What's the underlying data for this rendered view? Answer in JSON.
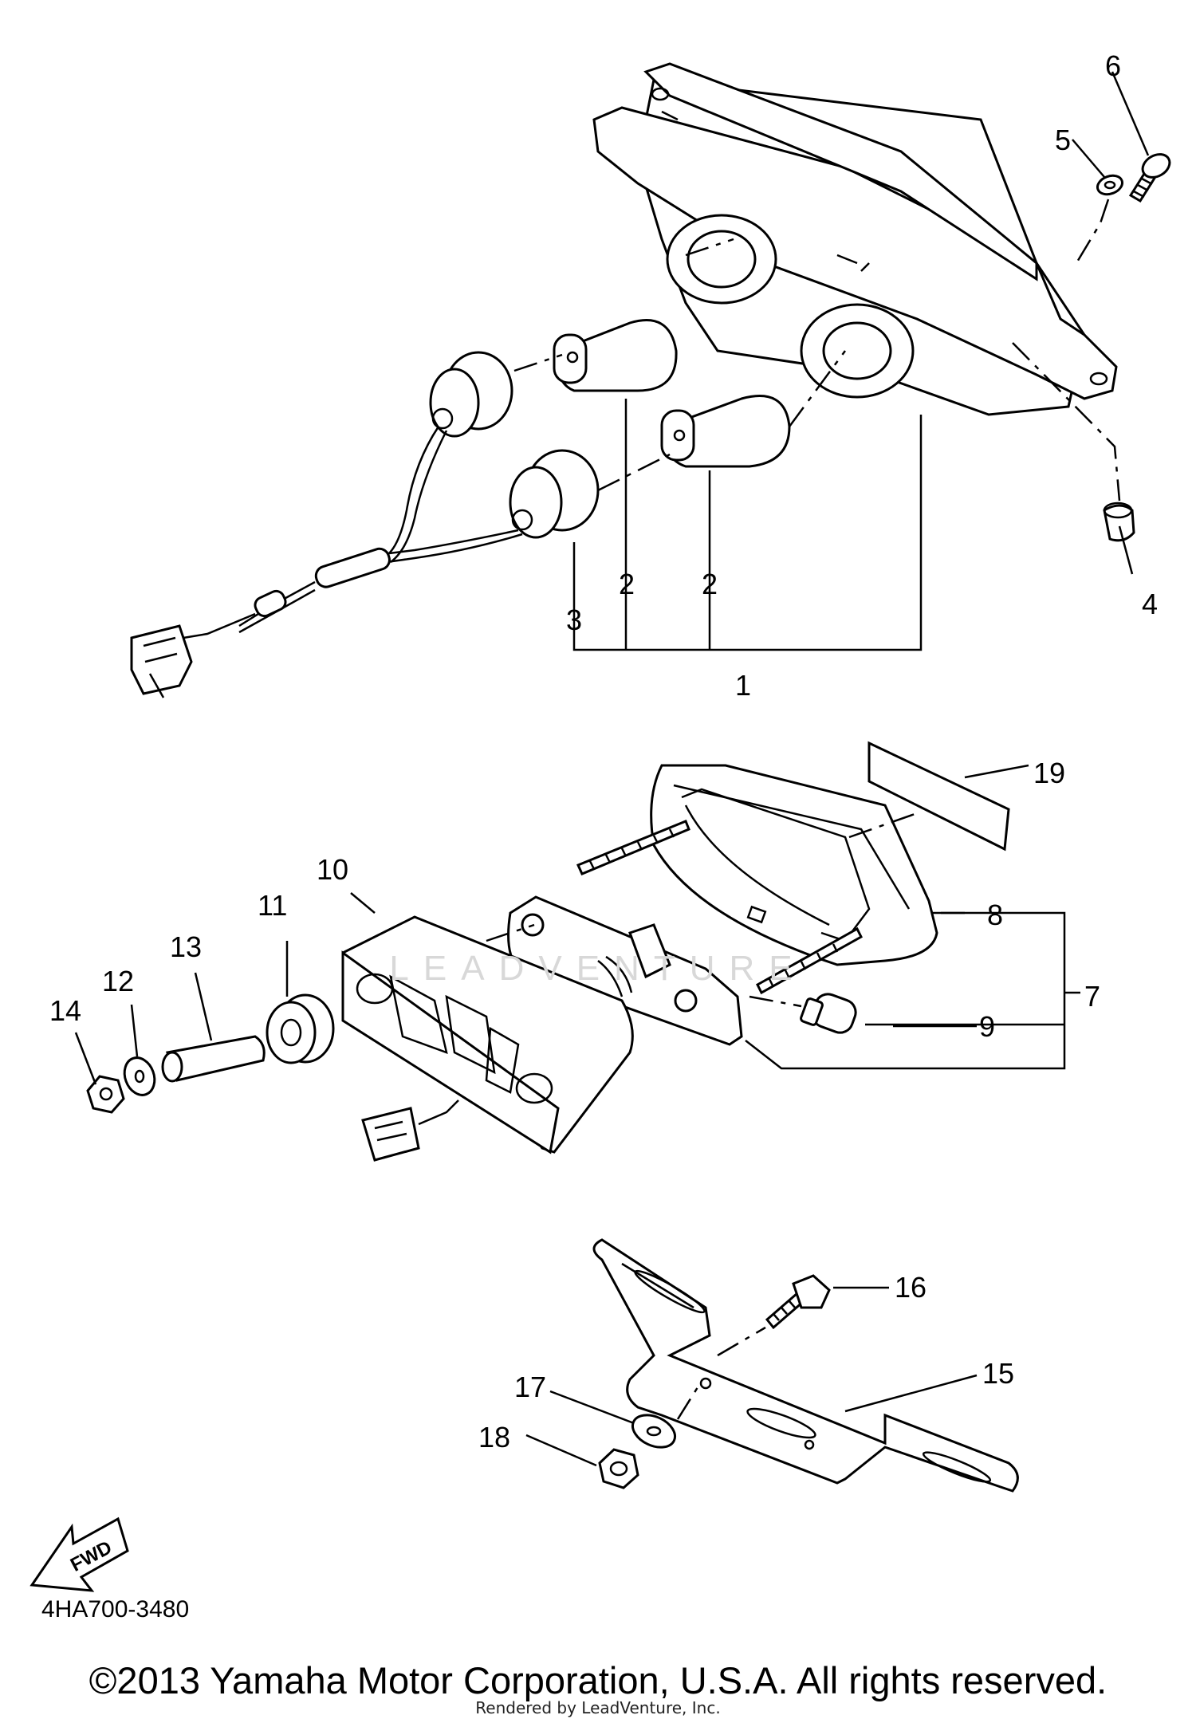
{
  "diagram": {
    "callouts": [
      "1",
      "2",
      "2",
      "3",
      "4",
      "5",
      "6",
      "7",
      "8",
      "9",
      "10",
      "11",
      "12",
      "13",
      "14",
      "15",
      "16",
      "17",
      "18",
      "19"
    ],
    "arrow_label": "FWD",
    "diagram_code": "4HA700-3480",
    "watermark": "LEADVENTURE",
    "copyright": "©2013 Yamaha Motor Corporation, U.S.A. All rights reserved.",
    "rendered_by": "Rendered by LeadVenture, Inc."
  }
}
